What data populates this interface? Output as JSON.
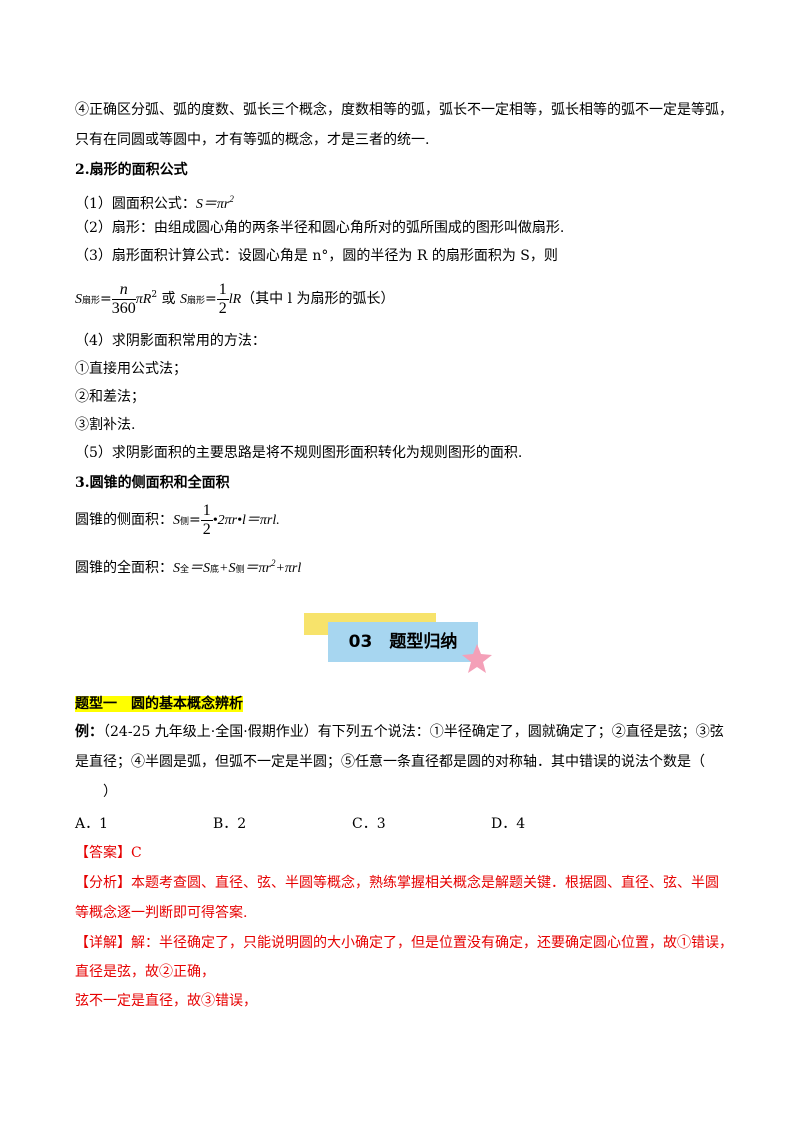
{
  "p1": "④正确区分弧、弧的度数、弧长三个概念，度数相等的弧，弧长不一定相等，弧长相等的弧不一定是等弧，",
  "p2": "只有在同圆或等圆中，才有等弧的概念，才是三者的统一.",
  "h2": "2.扇形的面积公式",
  "s1_pre": "（1）圆面积公式：",
  "s1_formula": "S＝πr",
  "s1_exp": "2",
  "s2": "（2）扇形：由组成圆心角的两条半径和圆心角所对的弧所围成的图形叫做扇形.",
  "s3": "（3）扇形面积计算公式：设圆心角是 n°，圆的半径为 R 的扇形面积为 S，则",
  "f_S": "S",
  "f_sub": "扇形",
  "f_eq": "=",
  "f_num1": "n",
  "f_den1": "360",
  "f_mid": "πR",
  "f_exp": "2",
  "f_or": " 或 ",
  "f_num2": "1",
  "f_den2": "2",
  "f_tail": "lR",
  "f_note": "（其中 l 为扇形的弧长）",
  "s4": "（4）求阴影面积常用的方法：",
  "m1": "①直接用公式法；",
  "m2": "②和差法；",
  "m3": "③割补法.",
  "s5": "（5）求阴影面积的主要思路是将不规则图形面积转化为规则图形的面积.",
  "h3": "3.圆锥的侧面积和全面积",
  "c1_pre": "圆锥的侧面积：",
  "c1_S": "S",
  "c1_sub": "侧",
  "c1_eq": "=",
  "c1_num": "1",
  "c1_den": "2",
  "c1_tail": "•2πr•l＝πrl.",
  "c2_pre": "圆锥的全面积：",
  "c2_formula": "S",
  "c2_sub1": "全",
  "c2_mid1": "＝S",
  "c2_sub2": "底",
  "c2_mid2": "+S",
  "c2_sub3": "侧",
  "c2_mid3": "＝πr",
  "c2_exp": "2",
  "c2_end": "+πrl",
  "banner": "03　题型归纳",
  "type1": "题型一　圆的基本概念辨析",
  "ex_label": "例：",
  "ex1": "（24-25 九年级上·全国·假期作业）有下列五个说法：①半径确定了，圆就确定了；②直径是弦；③弦",
  "ex2": "是直径；④半圆是弧，但弧不一定是半圆；⑤任意一条直径都是圆的对称轴．其中错误的说法个数是（",
  "ex3": "）",
  "opt_a": "A．1",
  "opt_b": "B．2",
  "opt_c": "C．3",
  "opt_d": "D．4",
  "answer": "【答案】C",
  "analysis1": "【分析】本题考查圆、直径、弦、半圆等概念，熟练掌握相关概念是解题关键．根据圆、直径、弦、半圆",
  "analysis2": "等概念逐一判断即可得答案.",
  "detail1": "【详解】解：半径确定了，只能说明圆的大小确定了，但是位置没有确定，还要确定圆心位置，故①错误，",
  "detail2": "直径是弦，故②正确，",
  "detail3": "弦不一定是直径，故③错误，",
  "colors": {
    "answer_red": "#e60000",
    "highlight": "#ffff00",
    "banner_blue": "#a7d6f0",
    "banner_yellow": "#f7e36b",
    "star_pink": "#f4a0b8"
  },
  "icons": {
    "star": "star-icon"
  }
}
